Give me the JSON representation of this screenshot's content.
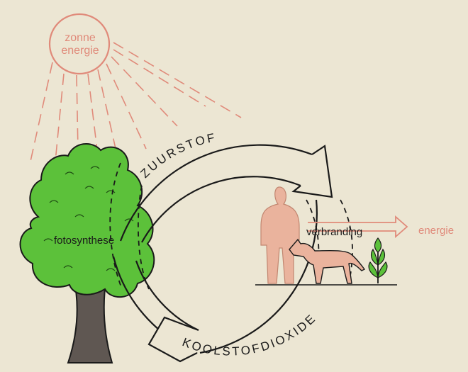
{
  "sun": {
    "line1": "zonne",
    "line2": "energie"
  },
  "cycle": {
    "top_label": "ZUURSTOF",
    "bottom_label": "KOOLSTOFDIOXIDE"
  },
  "labels": {
    "photosynthesis": "fotosynthese",
    "combustion": "verbranding",
    "energy_out": "energie"
  },
  "colors": {
    "background": "#ece6d3",
    "sun": "#e08a7a",
    "tree_canopy": "#5cc13a",
    "tree_trunk": "#5f5752",
    "figures": "#eab39d",
    "outline": "#1a1a1a"
  }
}
